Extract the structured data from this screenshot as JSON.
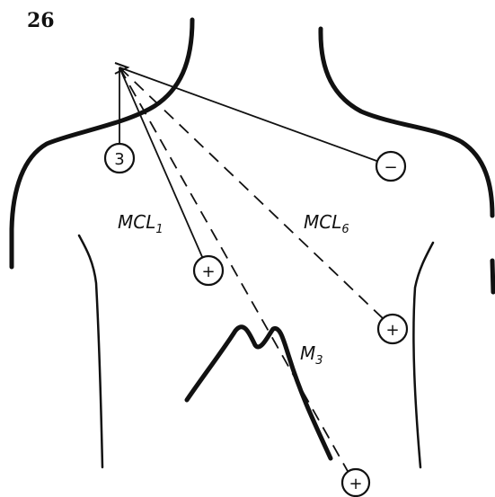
{
  "figure": {
    "number": "26"
  },
  "leads": [
    {
      "id": "mcl1",
      "base": "MCL",
      "sub": "1"
    },
    {
      "id": "mcl6",
      "base": "MCL",
      "sub": "6"
    },
    {
      "id": "m3",
      "base": "M",
      "sub": "3"
    }
  ],
  "electrodes": {
    "ground": "3",
    "negative": "−",
    "positive_mcl1": "+",
    "positive_mcl6": "+",
    "positive_m3": "+"
  }
}
